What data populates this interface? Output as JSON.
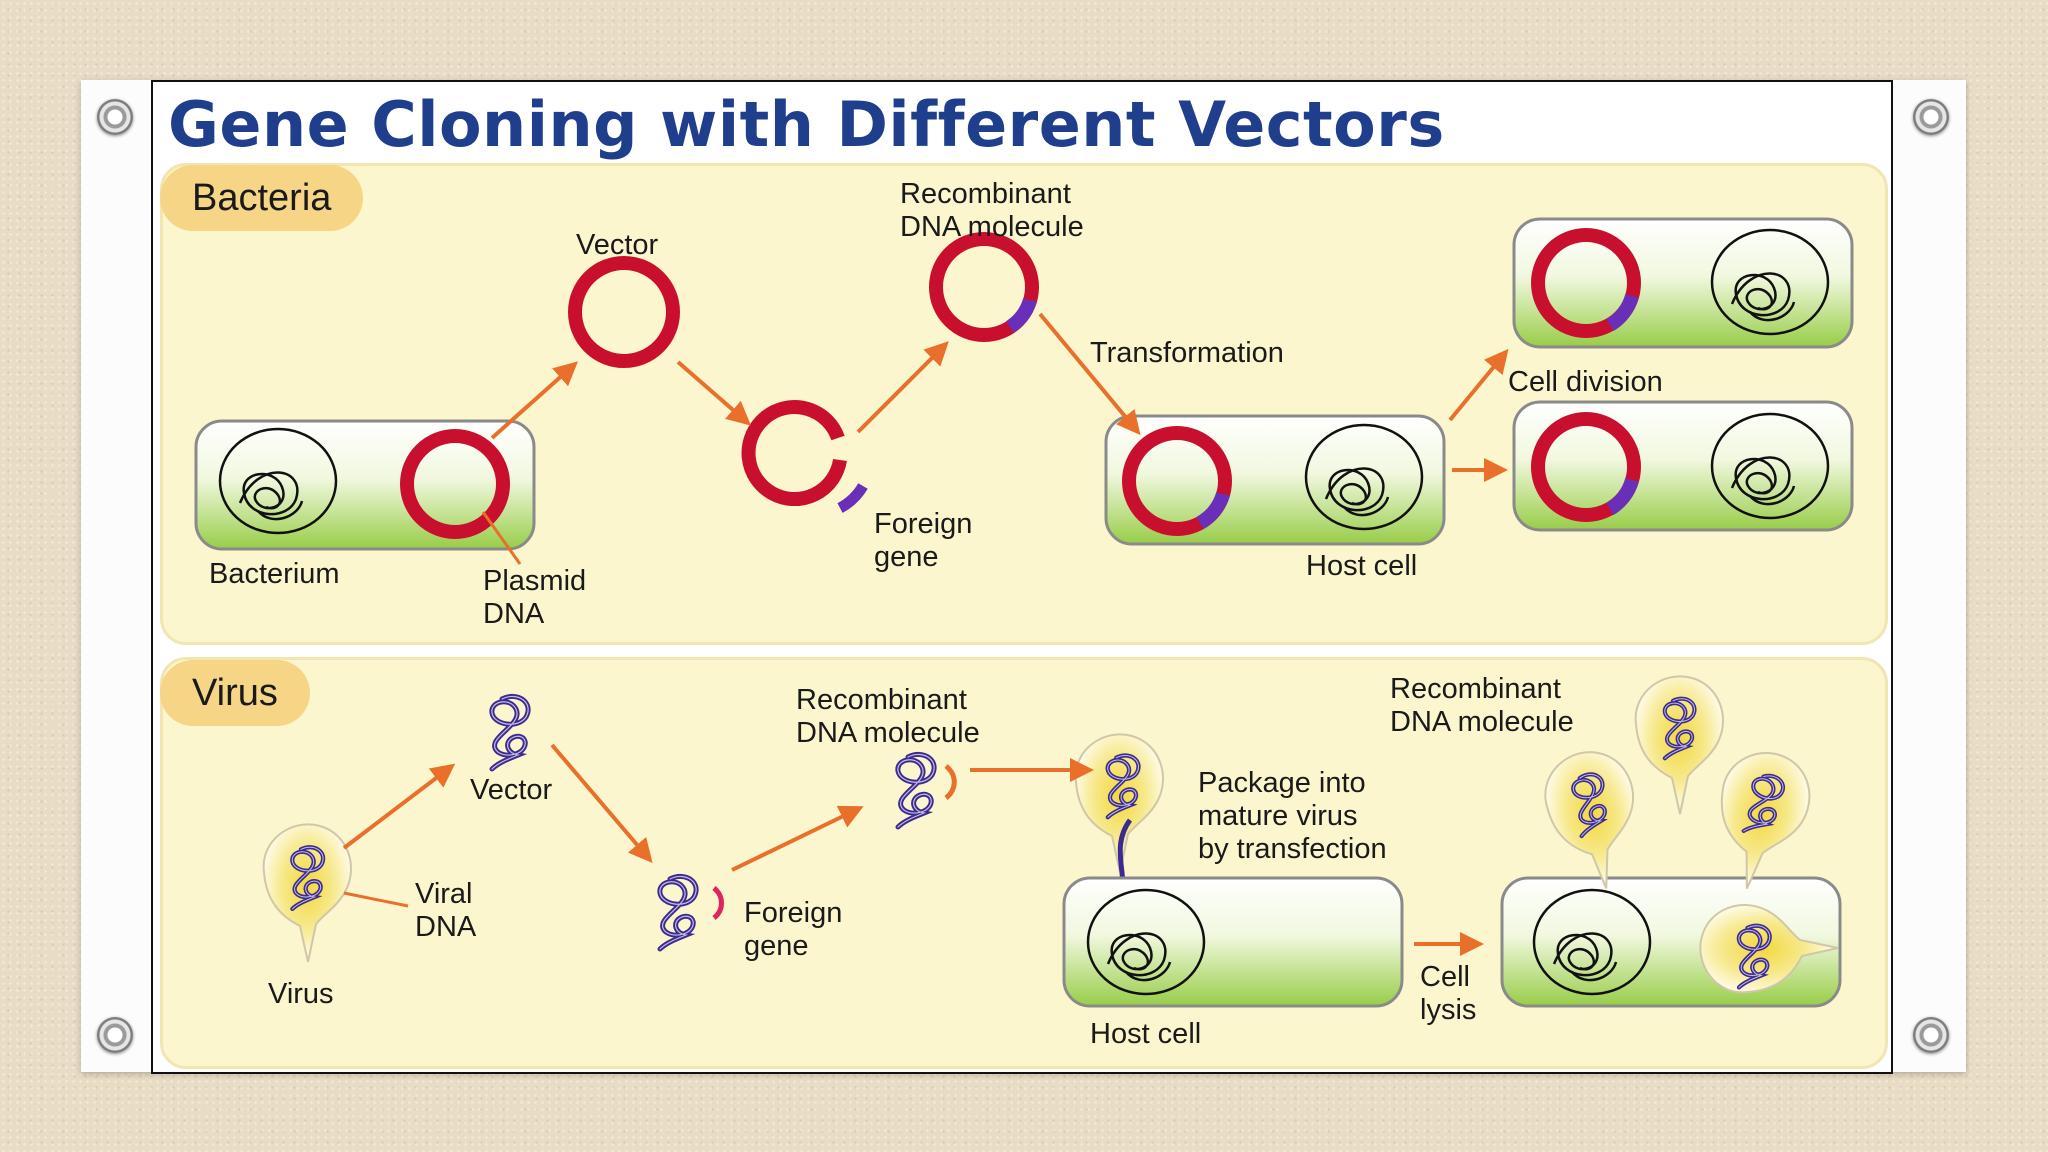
{
  "title": "Gene Cloning with Different Vectors",
  "colors": {
    "title": "#1f3e8c",
    "plasmid": "#c8102e",
    "foreign_gene": "#6a2fb8",
    "arrow": "#e8702a",
    "panel_bg": "#fcf6cf",
    "tag_bg": "#f6d587",
    "cell_green": "#9ccf4a"
  },
  "bacteria_panel": {
    "tag": "Bacteria",
    "labels": {
      "vector": "Vector",
      "recombinant_line1": "Recombinant",
      "recombinant_line2": "DNA molecule",
      "transformation": "Transformation",
      "cell_division": "Cell division",
      "bacterium": "Bacterium",
      "plasmid_line1": "Plasmid",
      "plasmid_line2": "DNA",
      "foreign_line1": "Foreign",
      "foreign_line2": "gene",
      "host_cell": "Host cell"
    }
  },
  "virus_panel": {
    "tag": "Virus",
    "labels": {
      "vector": "Vector",
      "recombinant_line1": "Recombinant",
      "recombinant_line2": "DNA molecule",
      "recombinant2_line1": "Recombinant",
      "recombinant2_line2": "DNA molecule",
      "viral_line1": "Viral",
      "viral_line2": "DNA",
      "virus": "Virus",
      "foreign_line1": "Foreign",
      "foreign_line2": "gene",
      "package_line1": "Package into",
      "package_line2": "mature virus",
      "package_line3": "by transfection",
      "host_cell": "Host cell",
      "lysis_line1": "Cell",
      "lysis_line2": "lysis"
    }
  }
}
